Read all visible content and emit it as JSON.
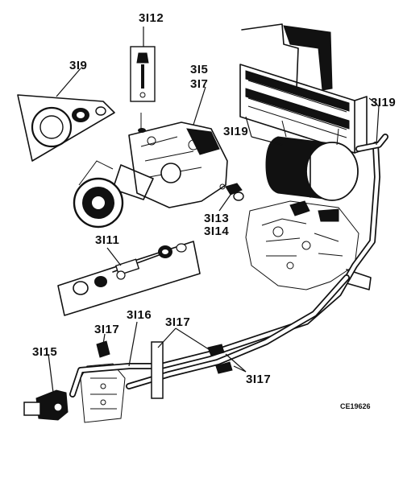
{
  "callouts": {
    "p3i12": "3I12",
    "p3i9_left": "3I9",
    "p3i5": "3I5",
    "p3i7": "3I7",
    "p3i19_top": "3I19",
    "p3i19_mid": "3I19",
    "p3i13": "3I13",
    "p3i14": "3I14",
    "p3i11": "3I11",
    "p3i16": "3I16",
    "p3i17_left": "3I17",
    "p3i17_mid": "3I17",
    "p3i15": "3I15",
    "p3i17_right": "3I17"
  },
  "reference_code": "CE19626"
}
